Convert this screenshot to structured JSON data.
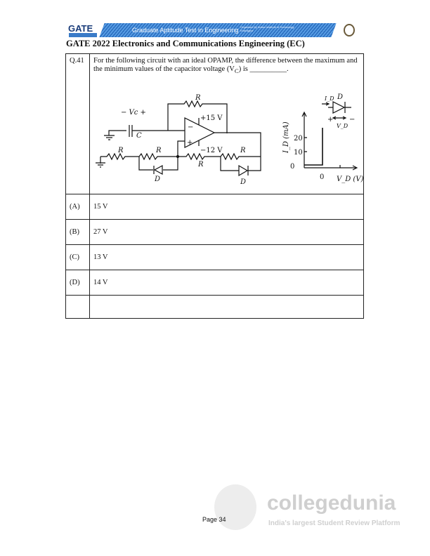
{
  "header": {
    "logo": "GATE",
    "banner": "Graduate Aptitude Test in Engineering",
    "organizer": "Organised by Indian Institute of Technology Kharagpur"
  },
  "title": "GATE 2022 Electronics and Communications Engineering (EC)",
  "question": {
    "number": "Q.41",
    "text": "For the following circuit with an ideal OPAMP, the difference between the maximum and the minimum values of the capacitor voltage (V",
    "text_sub": "C",
    "text_end": ") is __________."
  },
  "circuit": {
    "vc_label": "− Vc +",
    "c": "C",
    "r": "R",
    "d": "D",
    "vpos": "+15 V",
    "vneg": "−12 V",
    "minus": "−",
    "plus": "+"
  },
  "graph": {
    "ylabel": "I_D (mA)",
    "xlabel": "V_D (V)",
    "yticks": [
      "0",
      "10",
      "20"
    ],
    "xtick": "0",
    "id": "I_D",
    "vd": "V_D"
  },
  "options": [
    {
      "label": "(A)",
      "text": "15 V"
    },
    {
      "label": "(B)",
      "text": "27 V"
    },
    {
      "label": "(C)",
      "text": "13 V"
    },
    {
      "label": "(D)",
      "text": "14 V"
    }
  ],
  "footer": {
    "page": "Page 34",
    "watermark": "collegedunia",
    "watermark_sub": "India's largest Student Review Platform"
  }
}
